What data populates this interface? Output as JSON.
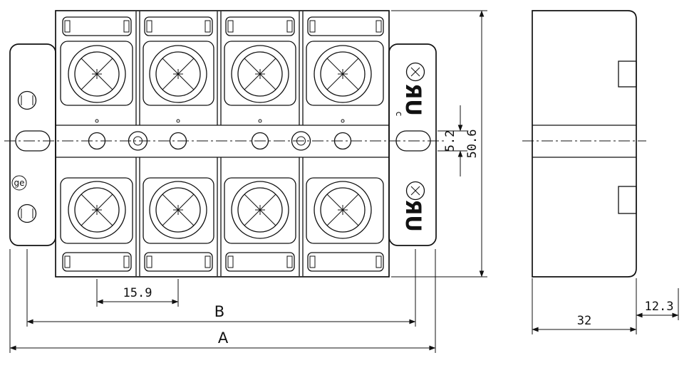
{
  "front_view": {
    "dimensions": {
      "pole_pitch": "15.9",
      "overall_b": "B",
      "overall_a": "A",
      "height": "50.6",
      "slot_width": "5.2"
    },
    "marks": {
      "ul_top": "ЯU",
      "ul_top_prefix": "c",
      "ul_bottom": "ЯU",
      "cert": "ge"
    }
  },
  "side_view": {
    "dimensions": {
      "edge_offset": "12.3",
      "depth": "32"
    }
  }
}
